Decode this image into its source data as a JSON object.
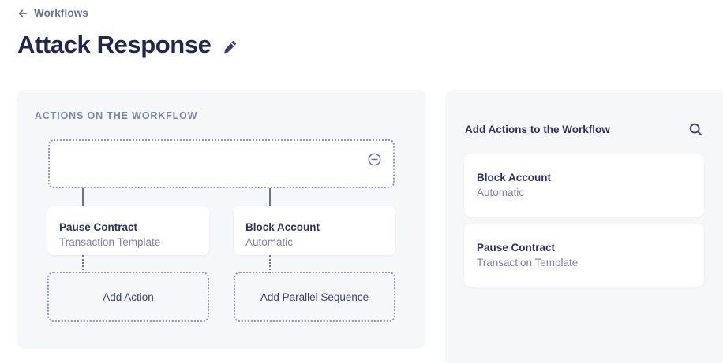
{
  "header": {
    "breadcrumb_label": "Workflows",
    "back_arrow_icon": "arrow-left-icon",
    "title": "Attack Response",
    "edit_icon": "pencil-icon"
  },
  "workflow_panel": {
    "section_label": "ACTIONS ON THE WORKFLOW",
    "trigger_node": {
      "remove_icon": "minus-circle-icon",
      "label": ""
    },
    "nodes": [
      {
        "title": "Pause Contract",
        "subtitle": "Transaction Template",
        "add_button_label": "Add Action"
      },
      {
        "title": "Block Account",
        "subtitle": "Automatic",
        "add_button_label": "Add Parallel Sequence"
      }
    ]
  },
  "palette_panel": {
    "title": "Add Actions to the Workflow",
    "search_icon": "search-icon",
    "items": [
      {
        "title": "Block Account",
        "subtitle": "Automatic"
      },
      {
        "title": "Pause Contract",
        "subtitle": "Transaction Template"
      }
    ]
  },
  "colors": {
    "panel_bg": "#f6f7f9",
    "card_bg": "#ffffff",
    "text_primary": "#2e3357",
    "text_muted": "#7d83a3",
    "title": "#21264b",
    "border_dotted": "#8f95b2",
    "connector": "#6b7193"
  }
}
